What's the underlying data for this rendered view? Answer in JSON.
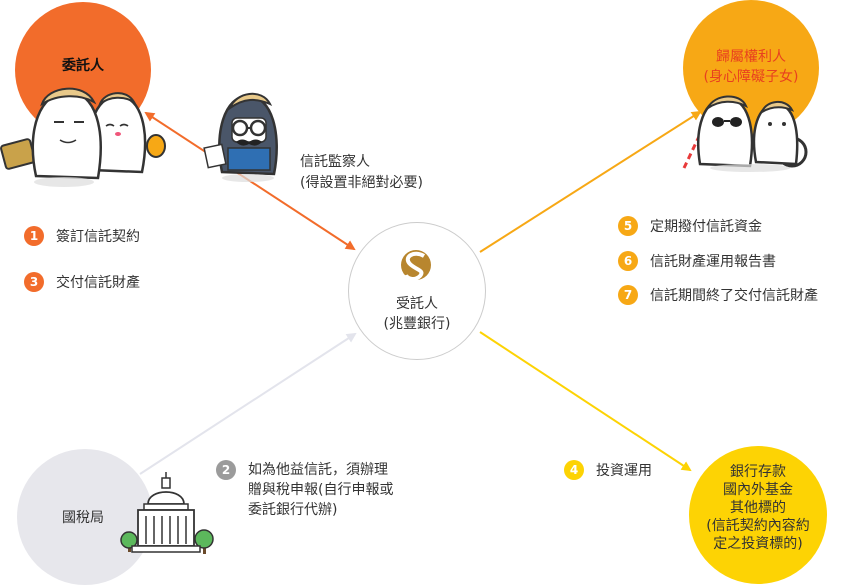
{
  "nodes": {
    "settlor": {
      "label": "委託人",
      "color": "#f26c2b"
    },
    "beneficiary": {
      "line1": "歸屬權利人",
      "line2": "(身心障礙子女)",
      "color": "#f7a815",
      "text_color": "#e8401f"
    },
    "trustee": {
      "line1": "受託人",
      "line2": "(兆豐銀行)"
    },
    "tax_bureau": {
      "label": "國稅局",
      "color": "#e7e7ec"
    },
    "investment": {
      "lines": [
        "銀行存款",
        "國內外基金",
        "其他標的",
        "(信託契約內容約",
        "定之投資標的)"
      ],
      "color": "#fdd304"
    }
  },
  "supervisor": {
    "line1": "信託監察人",
    "line2": "(得設置非絕對必要)"
  },
  "steps_settlor": [
    {
      "num": "1",
      "text": "簽訂信託契約"
    },
    {
      "num": "3",
      "text": "交付信託財產"
    }
  ],
  "steps_trustee": [
    {
      "num": "5",
      "text": "定期撥付信託資金"
    },
    {
      "num": "6",
      "text": "信託財產運用報告書"
    },
    {
      "num": "7",
      "text": "信託期間終了交付信託財產"
    }
  ],
  "step_tax": {
    "num": "2",
    "lines": [
      "如為他益信託，須辦理",
      "贈與稅申報(自行申報或",
      "委託銀行代辦)"
    ]
  },
  "step_invest": {
    "num": "4",
    "text": "投資運用"
  },
  "colors": {
    "orange": "#f26c2b",
    "amber": "#f7a815",
    "yellow": "#fdd304",
    "gray": "#e3e4ec",
    "step_gray": "#9b9b9b",
    "logo_gold": "#b8862e"
  }
}
